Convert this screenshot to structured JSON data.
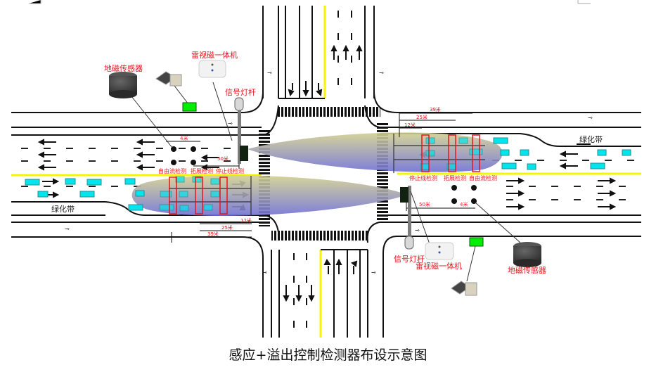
{
  "title": "感应+溢出控制检测器布设示意图",
  "labels": {
    "geomagnetic_sensor": "地磁传感器",
    "radar_video_unit": "雷视磁一体机",
    "signal_pole": "信号灯杆",
    "green_belt": "绿化带",
    "free_flow_detection": "自由流检测",
    "expansion_detection": "拓展检测",
    "stopline_detection": "停止线检测"
  },
  "dimensions": {
    "spacing_4m": "4米",
    "distance_50m": "50米",
    "distance_12m": "12米",
    "distance_25m": "25米",
    "distance_39m": "39米"
  },
  "colors": {
    "label_red": "#e8141c",
    "center_line_yellow": "#f5f500",
    "vehicle_cyan": "#00e5ee",
    "controller_green": "#00ee00",
    "detection_zone_red": "#e8141c",
    "radar_beam_top": "#c8c890",
    "radar_beam_bottom": "#7b7bd0"
  },
  "icons": {
    "geomagnetic_sensor": "cylinder-sensor-icon",
    "solar_panel": "solar-panel-icon",
    "radar_unit": "radar-box-icon",
    "signal_head": "traffic-light-icon",
    "controller": "green-box-icon",
    "pedestrian": "pedestrian-icon",
    "bicycle": "bicycle-icon"
  }
}
